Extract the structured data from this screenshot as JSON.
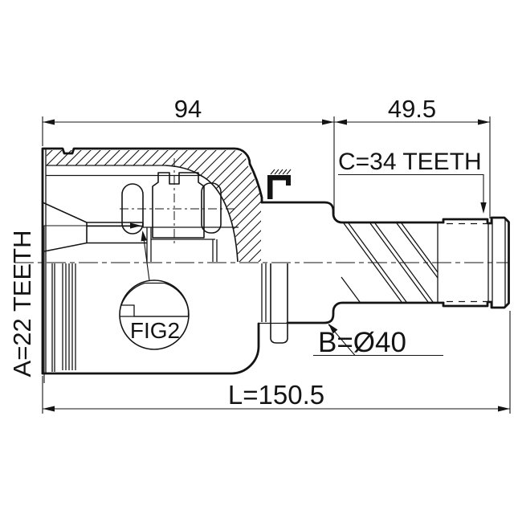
{
  "drawing": {
    "type": "cv-joint-technical-drawing",
    "figure_label": "FIG2"
  },
  "dimensions": {
    "housing_width": "94",
    "stub_length": "49.5",
    "overall_length": "L=150.5"
  },
  "labels": {
    "inner_spline": "A=22 TEETH",
    "outer_spline": "C=34 TEETH",
    "boot_diameter": "B=Ø40",
    "detail_circle": "FIG2"
  },
  "colors": {
    "line": "#141414",
    "background": "#ffffff"
  }
}
